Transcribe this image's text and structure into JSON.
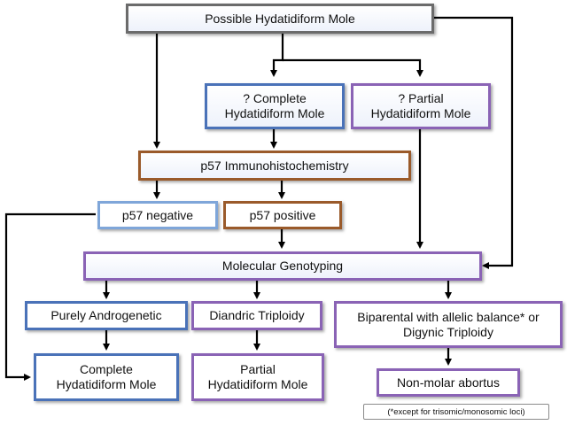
{
  "colors": {
    "gray": "#6b6b6b",
    "blue": "#4a72b8",
    "purple": "#8a63b5",
    "brown": "#9a5a2a",
    "lightblue": "#7fa6d9",
    "arrow": "#000000"
  },
  "nodes": {
    "possible": "Possible Hydatidiform Mole",
    "q_complete": "? Complete\nHydatidiform Mole",
    "q_partial": "? Partial\nHydatidiform Mole",
    "p57_ihc": "p57 Immunohistochemistry",
    "p57_negative": "p57 negative",
    "p57_positive": "p57 positive",
    "genotyping": "Molecular Genotyping",
    "androgenetic": "Purely Androgenetic",
    "diandric": "Diandric Triploidy",
    "biparental": "Biparental with allelic balance* or\nDigynic Triploidy",
    "complete_mole": "Complete\nHydatidiform Mole",
    "partial_mole": "Partial\nHydatidiform Mole",
    "non_molar": "Non-molar abortus"
  },
  "footnote": "(*except for trisomic/monosomic loci)"
}
